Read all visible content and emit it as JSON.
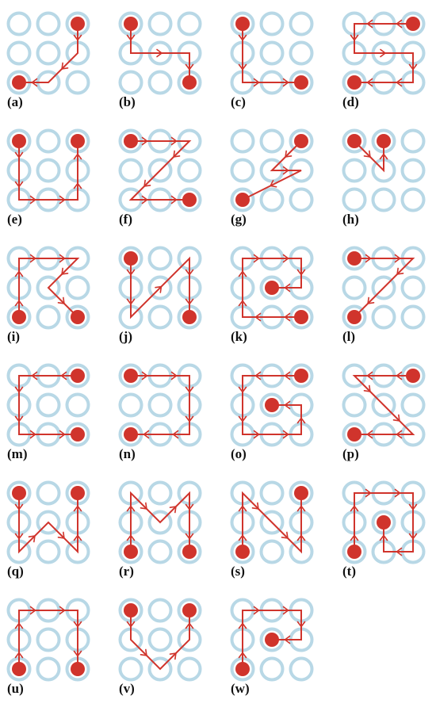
{
  "colors": {
    "ring": "#b8d8e6",
    "path": "#d0342c",
    "dot": "#d0342c",
    "label": "#111111"
  },
  "panels": [
    {
      "label": "(a)",
      "path": [
        2,
        5,
        7,
        6
      ]
    },
    {
      "label": "(b)",
      "path": [
        0,
        3,
        5,
        8
      ]
    },
    {
      "label": "(c)",
      "path": [
        0,
        3,
        6,
        7,
        8
      ]
    },
    {
      "label": "(d)",
      "path": [
        2,
        1,
        0,
        3,
        5,
        8,
        7,
        6
      ]
    },
    {
      "label": "(e)",
      "path": [
        0,
        3,
        6,
        7,
        8,
        5,
        2
      ]
    },
    {
      "label": "(f)",
      "path": [
        0,
        1,
        2,
        4,
        6,
        7,
        8
      ]
    },
    {
      "label": "(g)",
      "path": [
        2,
        4,
        5,
        6
      ]
    },
    {
      "label": "(h)",
      "path": [
        0,
        4,
        1
      ]
    },
    {
      "label": "(i)",
      "path": [
        6,
        3,
        0,
        1,
        2,
        4,
        8
      ]
    },
    {
      "label": "(j)",
      "path": [
        0,
        3,
        6,
        2,
        5,
        8
      ]
    },
    {
      "label": "(k)",
      "path": [
        8,
        7,
        6,
        3,
        0,
        1,
        2,
        5,
        4
      ]
    },
    {
      "label": "(l)",
      "path": [
        0,
        1,
        2,
        4,
        6
      ]
    },
    {
      "label": "(m)",
      "path": [
        2,
        1,
        0,
        3,
        6,
        7,
        8
      ]
    },
    {
      "label": "(n)",
      "path": [
        0,
        1,
        2,
        5,
        8,
        7,
        6
      ]
    },
    {
      "label": "(o)",
      "path": [
        2,
        1,
        0,
        3,
        6,
        7,
        8,
        5,
        4
      ]
    },
    {
      "label": "(p)",
      "path": [
        2,
        1,
        0,
        4,
        8,
        7,
        6
      ]
    },
    {
      "label": "(q)",
      "path": [
        0,
        3,
        6,
        4,
        8,
        5,
        2
      ]
    },
    {
      "label": "(r)",
      "path": [
        6,
        3,
        0,
        4,
        2,
        5,
        8
      ]
    },
    {
      "label": "(s)",
      "path": [
        6,
        3,
        0,
        4,
        8,
        5,
        2
      ]
    },
    {
      "label": "(t)",
      "path": [
        6,
        3,
        0,
        1,
        2,
        5,
        8,
        7,
        4
      ]
    },
    {
      "label": "(u)",
      "path": [
        6,
        3,
        0,
        1,
        2,
        5,
        8
      ]
    },
    {
      "label": "(v)",
      "path": [
        0,
        3,
        7,
        5,
        2
      ]
    },
    {
      "label": "(w)",
      "path": [
        6,
        3,
        0,
        1,
        2,
        5,
        4
      ]
    }
  ]
}
